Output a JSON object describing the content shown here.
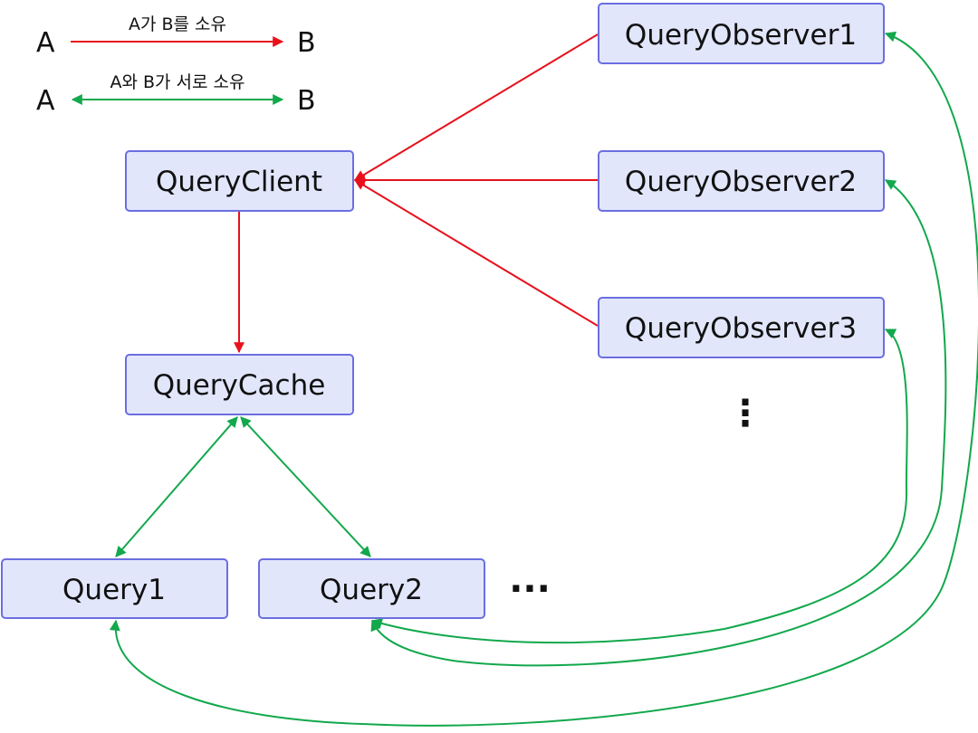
{
  "legend": {
    "owns": {
      "a": "A",
      "b": "B",
      "caption": "A가 B를 소유"
    },
    "mutual": {
      "a": "A",
      "b": "B",
      "caption": "A와 B가 서로 소유"
    }
  },
  "nodes": {
    "query_client": "QueryClient",
    "query_cache": "QueryCache",
    "observer1": "QueryObserver1",
    "observer2": "QueryObserver2",
    "observer3": "QueryObserver3",
    "query1": "Query1",
    "query2": "Query2"
  },
  "ellipsis": {
    "observers_more": "⋮",
    "queries_more": "···"
  },
  "colors": {
    "owns_edge": "#e8111b",
    "mutual_edge": "#12a84c",
    "node_fill": "#e2e6fb",
    "node_border": "#6b6ee0"
  }
}
